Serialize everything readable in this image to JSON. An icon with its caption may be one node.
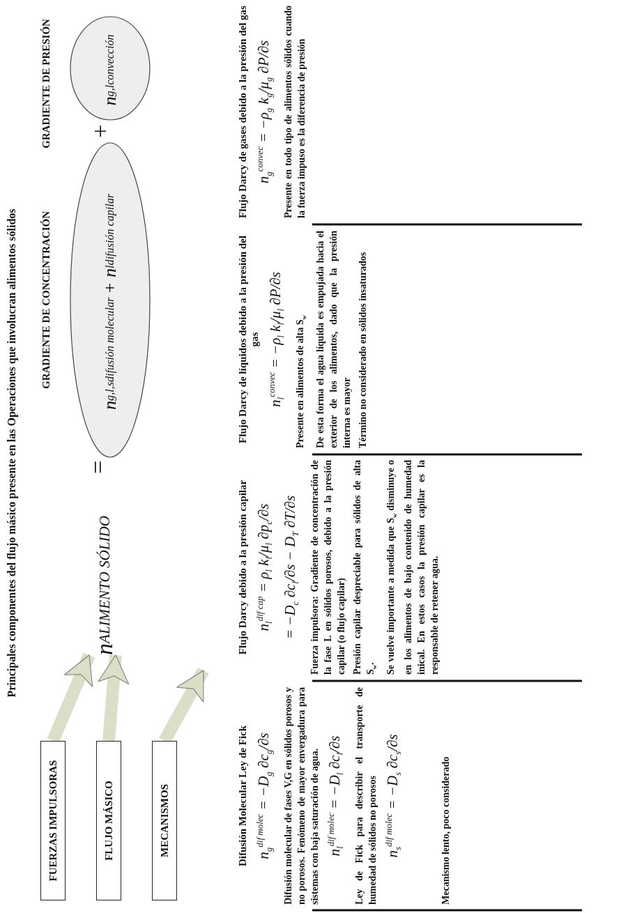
{
  "diagram": {
    "title": "Principales componentes del flujo másico presente en las Operaciones que involucran alimentos sólidos",
    "nodes": [
      {
        "text": [
          "FUERZAS IMPULSORAS"
        ]
      },
      {
        "text": [
          "FLUJO MÁSICO"
        ]
      },
      {
        "text": [
          "MECANISMOS"
        ]
      },
      {
        "text": [
          "n$^{ALIMENTO SÓLIDO}$"
        ]
      },
      {
        "text": [
          "GRADIENTE DE CONCENTRACIÓN",
          "n$_{g,l,s}$$^{difusión molecular}$ + n$_{l}$$^{difusión capilar}$"
        ]
      },
      {
        "text": [
          "GRADIENTE DE PRESIÓN",
          "n$_{g,l}$$^{convección}$"
        ]
      }
    ],
    "edges": [
      {
        "from": 0,
        "to": 3,
        "arrow": "to"
      },
      {
        "from": 1,
        "to": 3,
        "arrow": "to"
      },
      {
        "from": 2,
        "to": null,
        "arrow": "to"
      }
    ],
    "labels": [
      "=",
      "+",
      "Difusión Molecular Ley de Fick",
      "n$_{g}$$^{dif molec}$ = −D$_{g}$ ∂c$_{g}$/∂s",
      "Difusión molecular de fases V,G en sólidos porosos y no porosos. Fenómeno de mayor envergadura para sistemas con baja saturación de agua.",
      "n$_{l}$$^{dif molec}$ = −D$_{l}$ ∂c$_{l}$/∂s",
      "Ley de Fick para describir el transporte de humedad de sólidos no porosos",
      "n$_{s}$$^{dif molec}$ = −D$_{s}$ ∂c$_{s}$/∂s",
      "Mecanismo lento, poco considerado",
      "Flujo Darcy debido a la presión capilar",
      "n$_{l}$$^{dif cap}$ = ρ$_{l}$ k$_{l}$/μ$_{l}$ ∂p$_{c}$/∂s",
      "= −D$_{c}$ ∂c$_{l}$/∂s − D$_{T}$ ∂T/∂s",
      "Fuerza impulsora: Gradiente de concentración de la fase L en sólidos porosos, debido a la presión capilar (o flujo capilar)",
      "Presión capilar despreciable para sólidos de alta S$_{w}$.",
      "Se vuelve importante a medida que S$_{w}$ disminuye o en los alimentos de bajo contenido de humedad inical. En estos casos la presión capilar es la responsable de retener agua.",
      "Flujo Darcy de líquidos debido a la presión del gas",
      "n$_{l}$$^{convec}$ = −ρ$_{l}$ k$_{l}$/μ$_{l}$ ∂P/∂s",
      "Presente en alimentos de alta S$_{w}$",
      "De esta forma el agua líquida es empujada hacia el exterior de los alimentos, dado que la presión interna es mayor",
      "Término no considerado en sólidos insaturados",
      "Flujo Darcy de gases debido a la presión del gas",
      "n$_{g}$$^{convec}$ = −ρ$_{g}$ k$_{g}$/μ$_{g}$ ∂P/∂s",
      "Presente en todo tipo de alimentos sólidos cuando la fuerza impuso es la diferencia de presión"
    ]
  }
}
